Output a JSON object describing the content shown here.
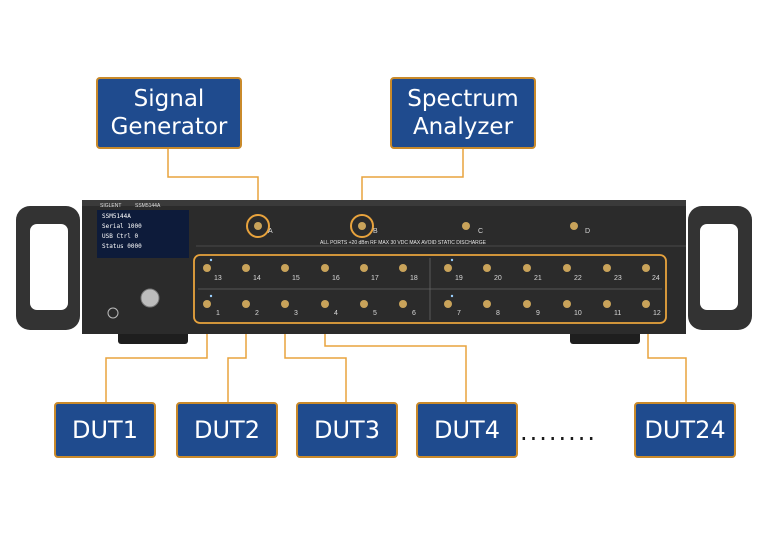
{
  "callouts": {
    "signal_generator": "Signal\nGenerator",
    "spectrum_analyzer": "Spectrum\nAnalyzer"
  },
  "duts": [
    "DUT1",
    "DUT2",
    "DUT3",
    "DUT4",
    "DUT24"
  ],
  "ellipsis": "........",
  "device": {
    "brand": "SIGLENT",
    "model": "SSM5144A",
    "screen_lines": [
      "SSM5144A",
      "Serial 1000",
      "USB Ctrl 0",
      "Status 0000"
    ],
    "top_ports": [
      "A",
      "B",
      "C",
      "D"
    ],
    "warning_text": "ALL PORTS +20 dBm RF MAX 30 VDC MAX  AVOID STATIC DISCHARGE",
    "upper_left_ports": [
      "13",
      "14",
      "15",
      "16",
      "17",
      "18"
    ],
    "upper_right_ports": [
      "19",
      "20",
      "21",
      "22",
      "23",
      "24"
    ],
    "lower_left_ports": [
      "1",
      "2",
      "3",
      "4",
      "5",
      "6"
    ],
    "lower_right_ports": [
      "7",
      "8",
      "9",
      "10",
      "11",
      "12"
    ]
  },
  "colors": {
    "label_bg": "#1f4b8e",
    "label_border": "#c98a2b",
    "connector_line": "#e8a33d",
    "panel": "#2d2d2d"
  }
}
